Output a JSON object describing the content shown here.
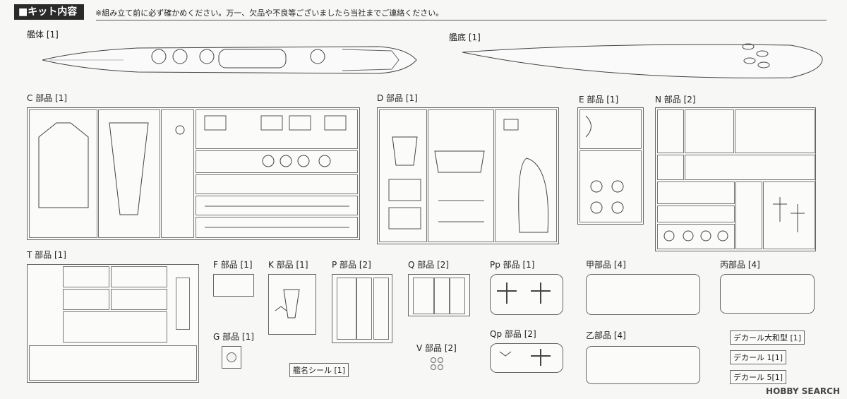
{
  "header": {
    "title": "■キット内容",
    "note": "※組み立て前に必ず確かめください。万一、欠品や不良等ございましたら当社までご連絡ください。"
  },
  "labels": {
    "hull": "艦体 [1]",
    "bottom": "艦底 [1]",
    "c": "C 部品 [1]",
    "d": "D 部品 [1]",
    "e": "E 部品 [1]",
    "n": "N 部品 [2]",
    "t": "T 部品 [1]",
    "f": "F 部品 [1]",
    "k": "K 部品 [1]",
    "p": "P 部品 [2]",
    "q": "Q 部品 [2]",
    "pp": "Pp 部品 [1]",
    "kou": "甲部品 [4]",
    "hei": "丙部品 [4]",
    "g": "G 部品 [1]",
    "v": "V 部品 [2]",
    "qp": "Qp 部品 [2]",
    "otsu": "乙部品 [4]",
    "nameseal": "艦名シール [1]",
    "decal_yamato": "デカール大和型 [1]",
    "decal1": "デカール 1[1]",
    "decal5": "デカール 5[1]"
  },
  "watermark": "HOBBY SEARCH"
}
